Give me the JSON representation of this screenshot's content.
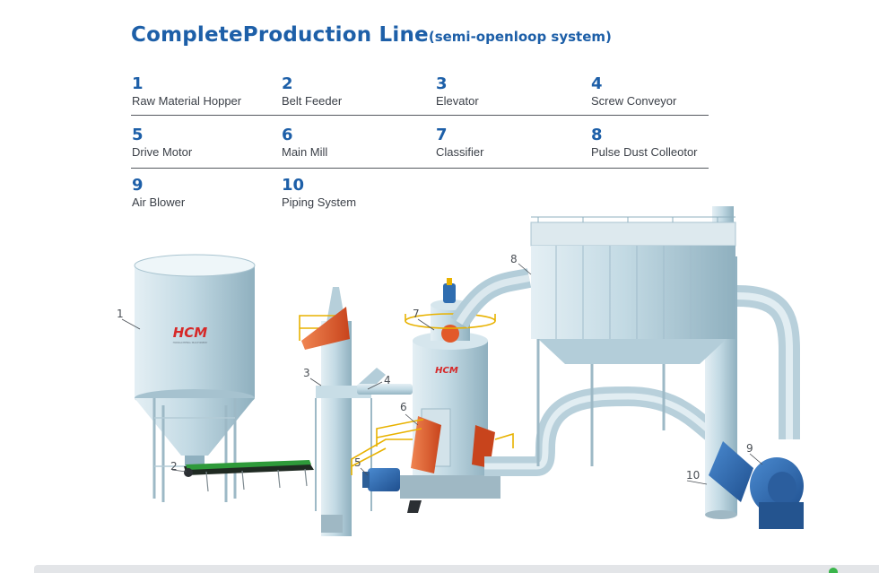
{
  "title": {
    "main": "CompleteProduction Line",
    "sub": "(semi-openloop system)"
  },
  "legend": [
    {
      "number": "1",
      "label": "Raw Material Hopper"
    },
    {
      "number": "2",
      "label": "Belt Feeder"
    },
    {
      "number": "3",
      "label": "Elevator"
    },
    {
      "number": "4",
      "label": "Screw Conveyor"
    },
    {
      "number": "5",
      "label": "Drive Motor"
    },
    {
      "number": "6",
      "label": "Main Mill"
    },
    {
      "number": "7",
      "label": "Classifier"
    },
    {
      "number": "8",
      "label": "Pulse Dust Colleotor"
    },
    {
      "number": "9",
      "label": "Air Blower"
    },
    {
      "number": "10",
      "label": "Piping System"
    }
  ],
  "callouts": [
    "1",
    "2",
    "3",
    "4",
    "5",
    "6",
    "7",
    "8",
    "9",
    "10"
  ],
  "brand_logo": "HCM",
  "brand_tagline": "HONGCHENG MACHINERY",
  "colors": {
    "title_blue": "#1d5fa8",
    "equipment_steel": "#b9d3de",
    "railing_yellow": "#e8b200",
    "accent_orange": "#e2592a",
    "blower_blue": "#2f6db0",
    "conveyor_green": "#2e9a3a",
    "logo_red": "#d62828"
  }
}
